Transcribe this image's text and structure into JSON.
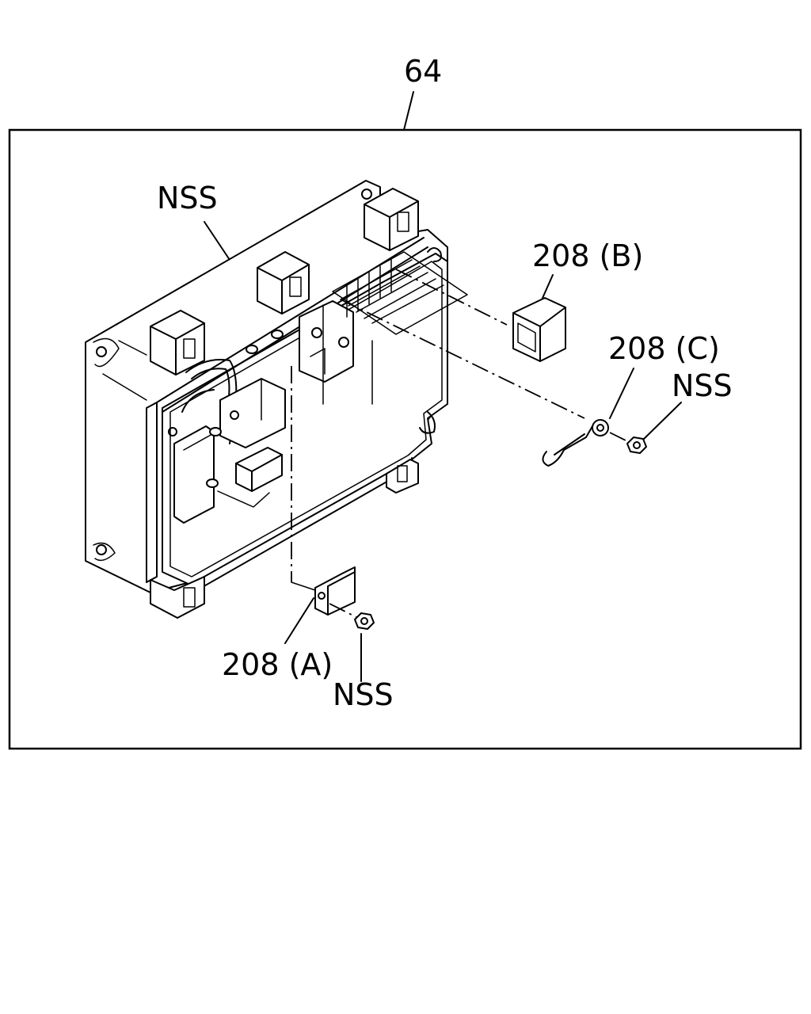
{
  "callouts": {
    "assembly": "64",
    "nss_top": "NSS",
    "part_b": "208 (B)",
    "part_c": "208 (C)",
    "nss_right": "NSS",
    "part_a": "208 (A)",
    "nss_bottom": "NSS"
  }
}
